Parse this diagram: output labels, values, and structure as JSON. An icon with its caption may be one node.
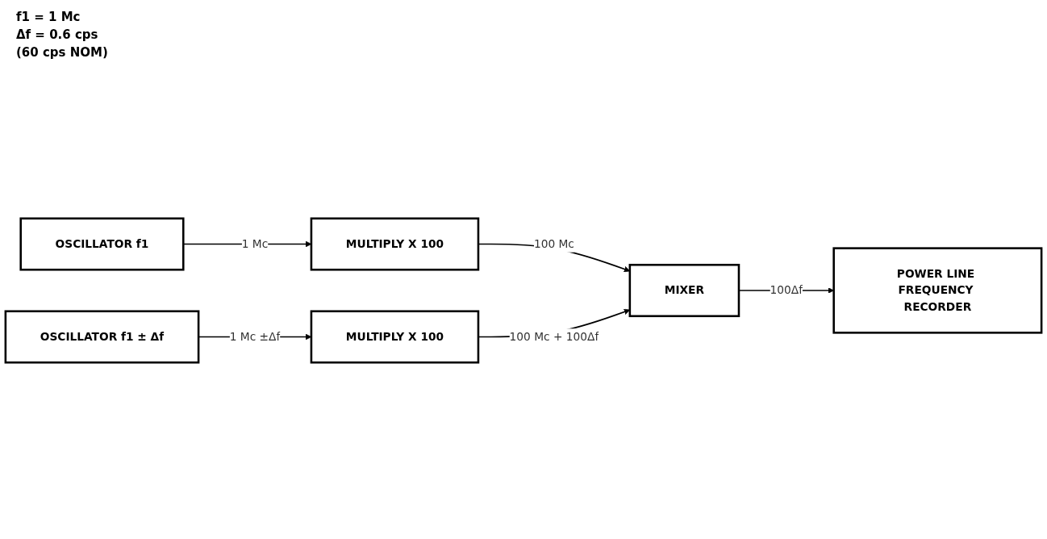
{
  "diagram": {
    "nodes": [
      {
        "text": [
          "OSCILLATOR f1"
        ]
      },
      {
        "text": [
          "MULTIPLY X 100"
        ]
      },
      {
        "text": [
          "MIXER"
        ]
      },
      {
        "text": [
          "POWER LINE FREQUENCY RECORDER"
        ]
      },
      {
        "text": [
          "OSCILLATOR f1 ± Δf"
        ]
      },
      {
        "text": [
          "MULTIPLY X 100"
        ]
      }
    ],
    "edges": [
      {
        "from": 0,
        "to": 1,
        "arrow": "to",
        "label": "1 Mc"
      },
      {
        "from": 1,
        "to": 2,
        "arrow": "to",
        "label": "100 Mc"
      },
      {
        "from": 2,
        "to": 3,
        "arrow": "to",
        "label": "100Δf"
      },
      {
        "from": 4,
        "to": 5,
        "arrow": "to",
        "label": "1 Mc ±Δf"
      },
      {
        "from": 5,
        "to": 2,
        "arrow": "to",
        "label": "100 Mc + 100Δf"
      }
    ],
    "labels": [
      "f1 = 1 Mc",
      "Δf = 0.6 cps",
      "(60 cps NOM)"
    ]
  }
}
